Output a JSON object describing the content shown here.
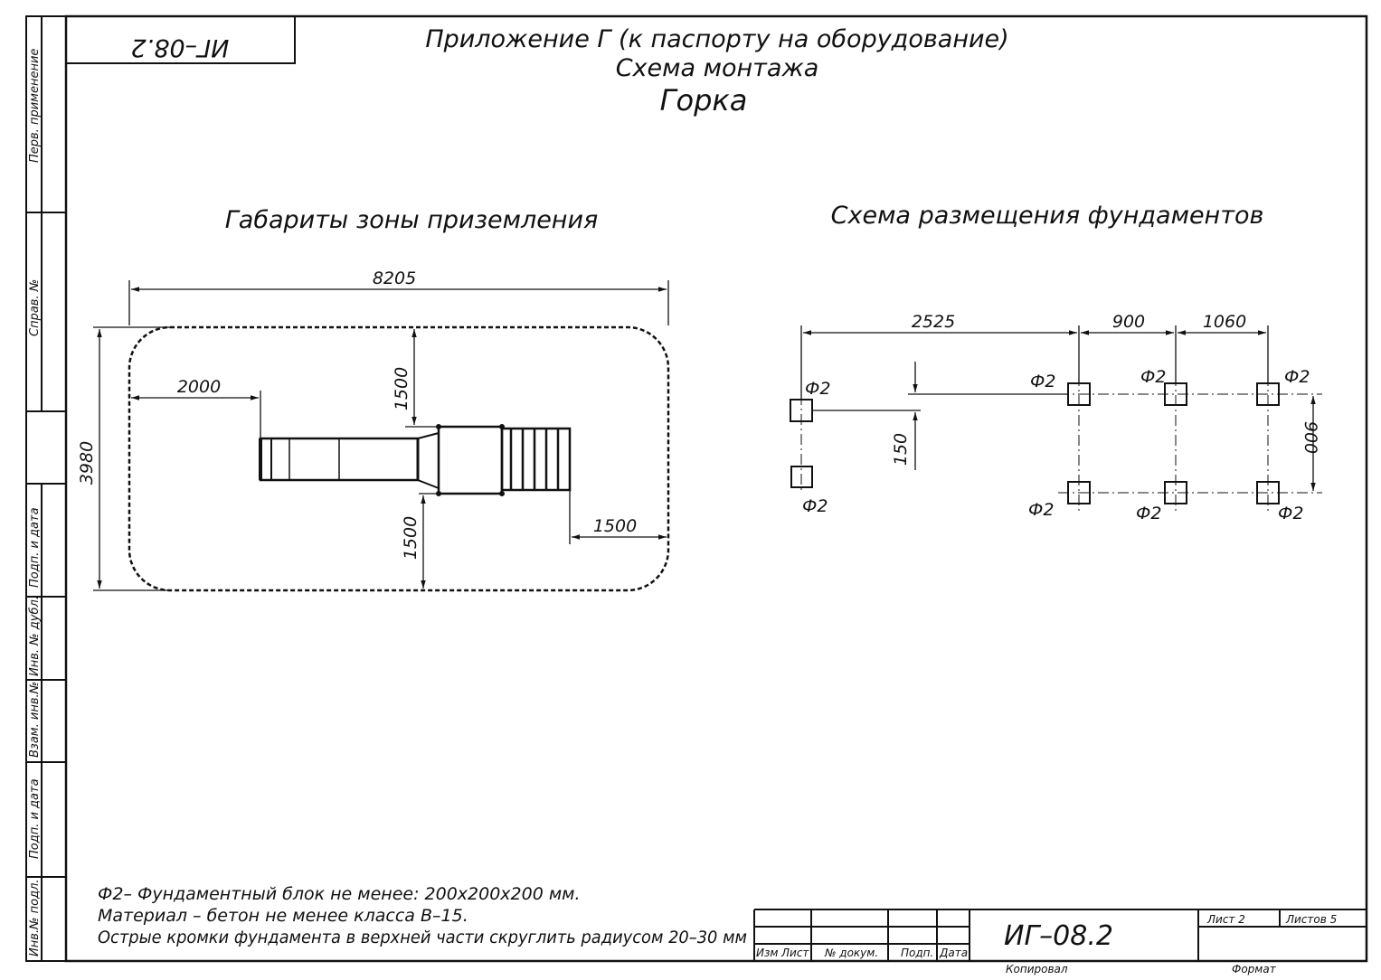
{
  "drawing_code_top": "ИГ–08.2",
  "header": {
    "line1": "Приложение Г (к паспорту на оборудование)",
    "line2": "Схема монтажа",
    "line3": "Горка"
  },
  "side_labels": {
    "perv_primen": "Перв. применение",
    "sprav_no": "Справ. №",
    "podp_data_1": "Подп. и дата",
    "inv_dubl": "Инв. № дубл.",
    "vzam_inv": "Взам. инв.№",
    "podp_data_2": "Подп. и дата",
    "inv_podl": "Инв.№ подл."
  },
  "landing_zone": {
    "title": "Габариты зоны приземления",
    "dims": {
      "total_length": "8205",
      "total_width": "3980",
      "left_offset": "2000",
      "top_offset": "1500",
      "bottom_offset": "1500",
      "right_offset": "1500"
    }
  },
  "foundations": {
    "title": "Схема размещения фундаментов",
    "dims": {
      "d1": "2525",
      "d2": "900",
      "d3": "1060",
      "d_vertical": "900",
      "d_offset": "150"
    },
    "block_label": "Ф2"
  },
  "notes": {
    "line1": "Ф2– Фундаментный блок не менее: 200x200x200 мм.",
    "line2": "Материал – бетон не менее класса В–15.",
    "line3": "Острые кромки фундамента в верхней части скруглить радиусом 20–30 мм"
  },
  "title_block": {
    "code": "ИГ–08.2",
    "izm": "Изм",
    "list": "Лист",
    "doc_no": "№ докум.",
    "podp": "Подп.",
    "data": "Дата",
    "sheet_label": "Лист 2",
    "sheets_label": "Листов 5",
    "copied": "Копировал",
    "format": "Формат"
  }
}
